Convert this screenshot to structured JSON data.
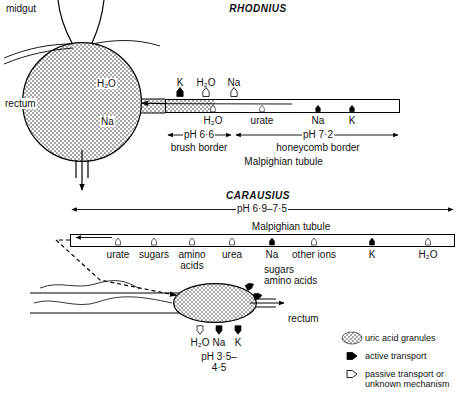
{
  "diagram": {
    "nodes": [
      {
        "text": [
          "rectum"
        ]
      },
      {
        "text": [
          "Malpighian tubule"
        ]
      },
      {
        "text": [
          "Malpighian tubule"
        ]
      },
      {
        "text": [
          "rectum"
        ]
      }
    ],
    "edges": [
      {
        "from": 1,
        "to": 0,
        "arrow": "to"
      },
      {
        "from": 2,
        "to": 3,
        "arrow": "to"
      }
    ],
    "labels": [
      "RHODNIUS",
      "midgut",
      "K",
      "H₂O",
      "Na",
      "H₂O",
      "urate",
      "Na",
      "K",
      "pH 6·6",
      "pH 7·2",
      "brush border",
      "honeycomb border",
      "H₂O",
      "Na",
      "CARAUSIUS",
      "pH 6·9–7·5",
      "urate",
      "sugars",
      "amino acids",
      "urea",
      "Na",
      "other ions",
      "K",
      "H₂O",
      "sugars amino acids",
      "H₂O",
      "Na",
      "K",
      "pH 3·5– 4·5"
    ],
    "legend": [
      {
        "text": "uric acid granules"
      },
      {
        "text": "active transport"
      },
      {
        "text": "passive transport or unknown mechanism"
      }
    ]
  }
}
